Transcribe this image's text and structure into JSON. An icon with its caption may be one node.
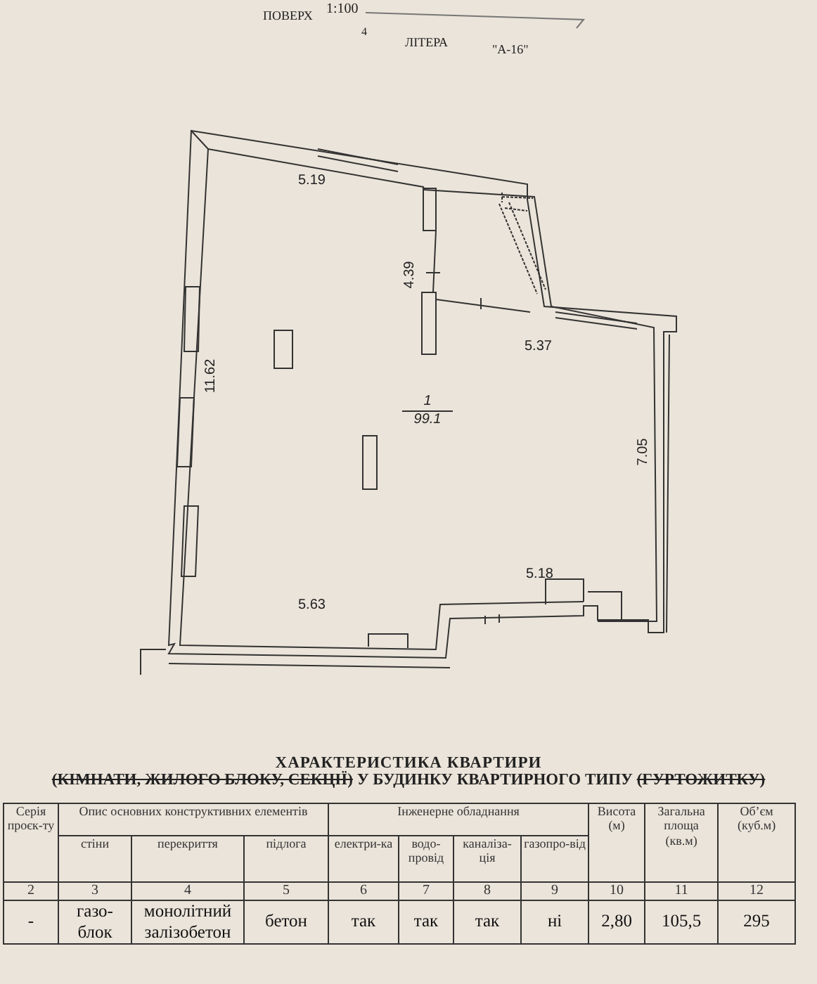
{
  "diagram": {
    "nodes": [
      {
        "text": [
          "1",
          "99.1"
        ]
      }
    ],
    "edges": [],
    "labels": [
      "1:100",
      "ПОВЕРХ",
      "4",
      "ЛІТЕРА",
      "\"А-16\"",
      "5.19",
      "4.39",
      "5.37",
      "11.62",
      "7.05",
      "5.18",
      "5.63",
      "ХАРАКТЕРИСТИКА КВАРТИРИ",
      "(КІМНАТИ, ЖИЛОГО БЛОКУ, СЕКЦІЇ)",
      "У БУДИНКУ КВАРТИРНОГО ТИПУ",
      "(ГУРТОЖИТКУ)",
      "Серія проєк-ту",
      "Опис основних конструктивних елементів",
      "Інженерне обладнання",
      "Висота (м)",
      "Загальна площа (кв.м)",
      "Об’єм (куб.м)",
      "стіни",
      "перекриття",
      "підлога",
      "електри-ка",
      "водо-провід",
      "каналіза-ція",
      "газопро-від",
      "2",
      "3",
      "4",
      "5",
      "6",
      "7",
      "8",
      "9",
      "10",
      "11",
      "12",
      "-",
      "газо-блок",
      "монолітний залізобетон",
      "бетон",
      "так",
      "так",
      "так",
      "ні",
      "2,80",
      "105,5",
      "295"
    ]
  }
}
